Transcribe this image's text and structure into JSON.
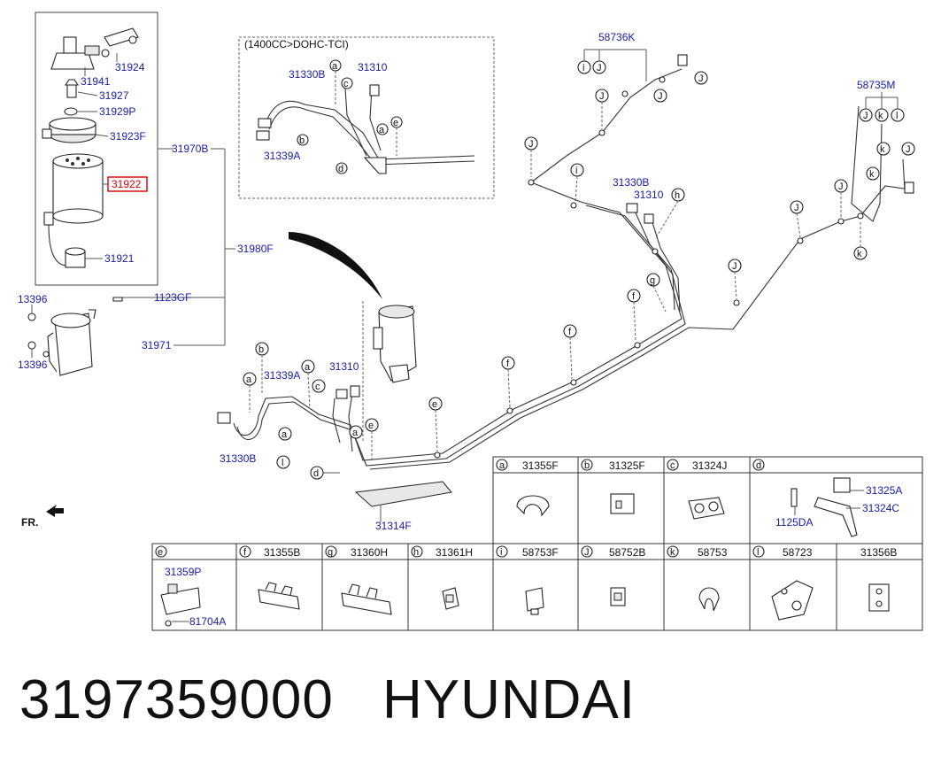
{
  "callouts": {
    "c31924": "31924",
    "c31941": "31941",
    "c31927": "31927",
    "c31929P": "31929P",
    "c31923F": "31923F",
    "c31922": "31922",
    "c31921": "31921",
    "c31970B": "31970B",
    "c31980F": "31980F",
    "c13396a": "13396",
    "c13396b": "13396",
    "c1123GF": "1123GF",
    "c31971": "31971",
    "inset_title": "(1400CC>DOHC-TCI)",
    "i31330B": "31330B",
    "i31310": "31310",
    "i31339A": "31339A",
    "c58736K": "58736K",
    "c58735M": "58735M",
    "m31330B": "31330B",
    "m31310": "31310",
    "l31339A": "31339A",
    "l31310": "31310",
    "l31330B": "31330B",
    "c31314F": "31314F",
    "fr": "FR."
  },
  "legend_row1": [
    {
      "letter": "a",
      "part": "31355F"
    },
    {
      "letter": "b",
      "part": "31325F"
    },
    {
      "letter": "c",
      "part": "31324J"
    },
    {
      "letter": "d",
      "part": ""
    }
  ],
  "legend_d_parts": {
    "p1": "31325A",
    "p2": "31324C",
    "p3": "1125DA"
  },
  "legend_row2": [
    {
      "letter": "e",
      "part": ""
    },
    {
      "letter": "f",
      "part": "31355B"
    },
    {
      "letter": "g",
      "part": "31360H"
    },
    {
      "letter": "h",
      "part": "31361H"
    },
    {
      "letter": "i",
      "part": "58753F"
    },
    {
      "letter": "J",
      "part": "58752B"
    },
    {
      "letter": "k",
      "part": "58753"
    },
    {
      "letter": "l",
      "part": "58723"
    },
    {
      "letter": "",
      "part": "31356B"
    }
  ],
  "legend_e_parts": {
    "p1": "31359P",
    "p2": "81704A"
  },
  "footer": {
    "part_number": "3197359000",
    "brand": "HYUNDAI"
  },
  "colors": {
    "label_blue": "#1a1aa8",
    "highlight_red": "#d60000"
  }
}
